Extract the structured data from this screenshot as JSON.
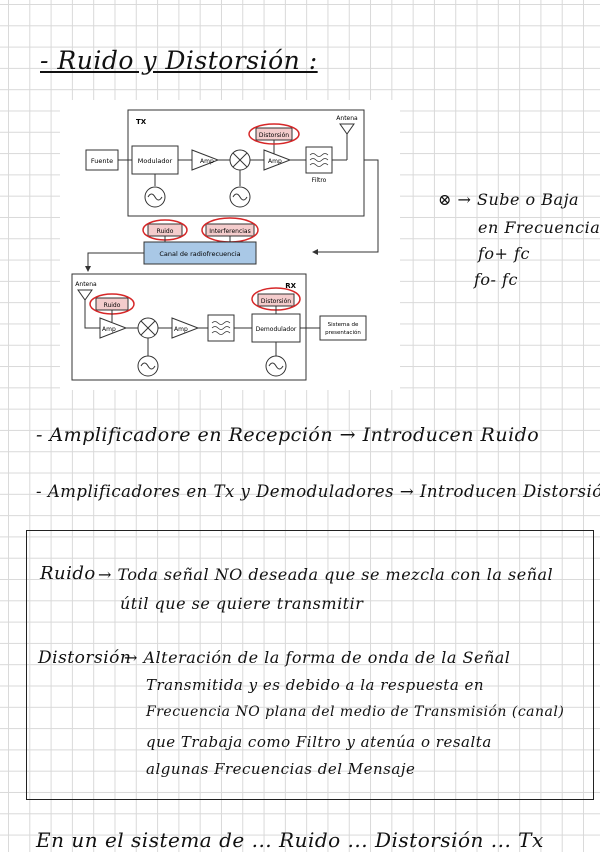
{
  "heading": "- Ruido y Distorsión :",
  "diagram": {
    "tx_label": "TX",
    "rx_label": "RX",
    "tx_antenna": "Antena",
    "rx_antenna": "Antena",
    "fuente": "Fuente",
    "modulador": "Modulador",
    "amp": "Amp",
    "filtro": "Filtro",
    "distorsion": "Distorsión",
    "ruido": "Ruido",
    "interferencias": "Interferencias",
    "canal": "Canal de radiofrecuencia",
    "demodulador": "Demodulador",
    "sistema_line1": "Sistema de",
    "sistema_line2": "presentación",
    "colors": {
      "highlight_red": "#d62728",
      "canal_blue": "#a9c8e6",
      "box_pink": "#f4cccc"
    }
  },
  "side_note": {
    "line1": "⊗ → Sube o Baja",
    "line2": "en Frecuencia",
    "line3": "fo+ fc",
    "line4": "fo- fc"
  },
  "notes": {
    "line1": "- Amplificadore en Recepción → Introducen Ruido",
    "line2": "- Amplificadores en Tx y Demoduladores → Introducen Distorsión"
  },
  "definitions": {
    "ruido_term": "Ruido",
    "ruido_def_1": "→ Toda señal NO deseada que se mezcla con la señal",
    "ruido_def_2": "útil que se quiere transmitir",
    "dist_term": "Distorsión",
    "dist_def_1": "→ Alteración de la forma de onda de la Señal",
    "dist_def_2": "Transmitida y es debido a la respuesta en",
    "dist_def_3": "Frecuencia NO plana del medio de Transmisión (canal)",
    "dist_def_4": "que Trabaja como Filtro y atenúa o resalta",
    "dist_def_5": "algunas Frecuencias del Mensaje"
  },
  "footer_partial": "En un el sistema de ... Ruido ... Distorsión ... Tx"
}
